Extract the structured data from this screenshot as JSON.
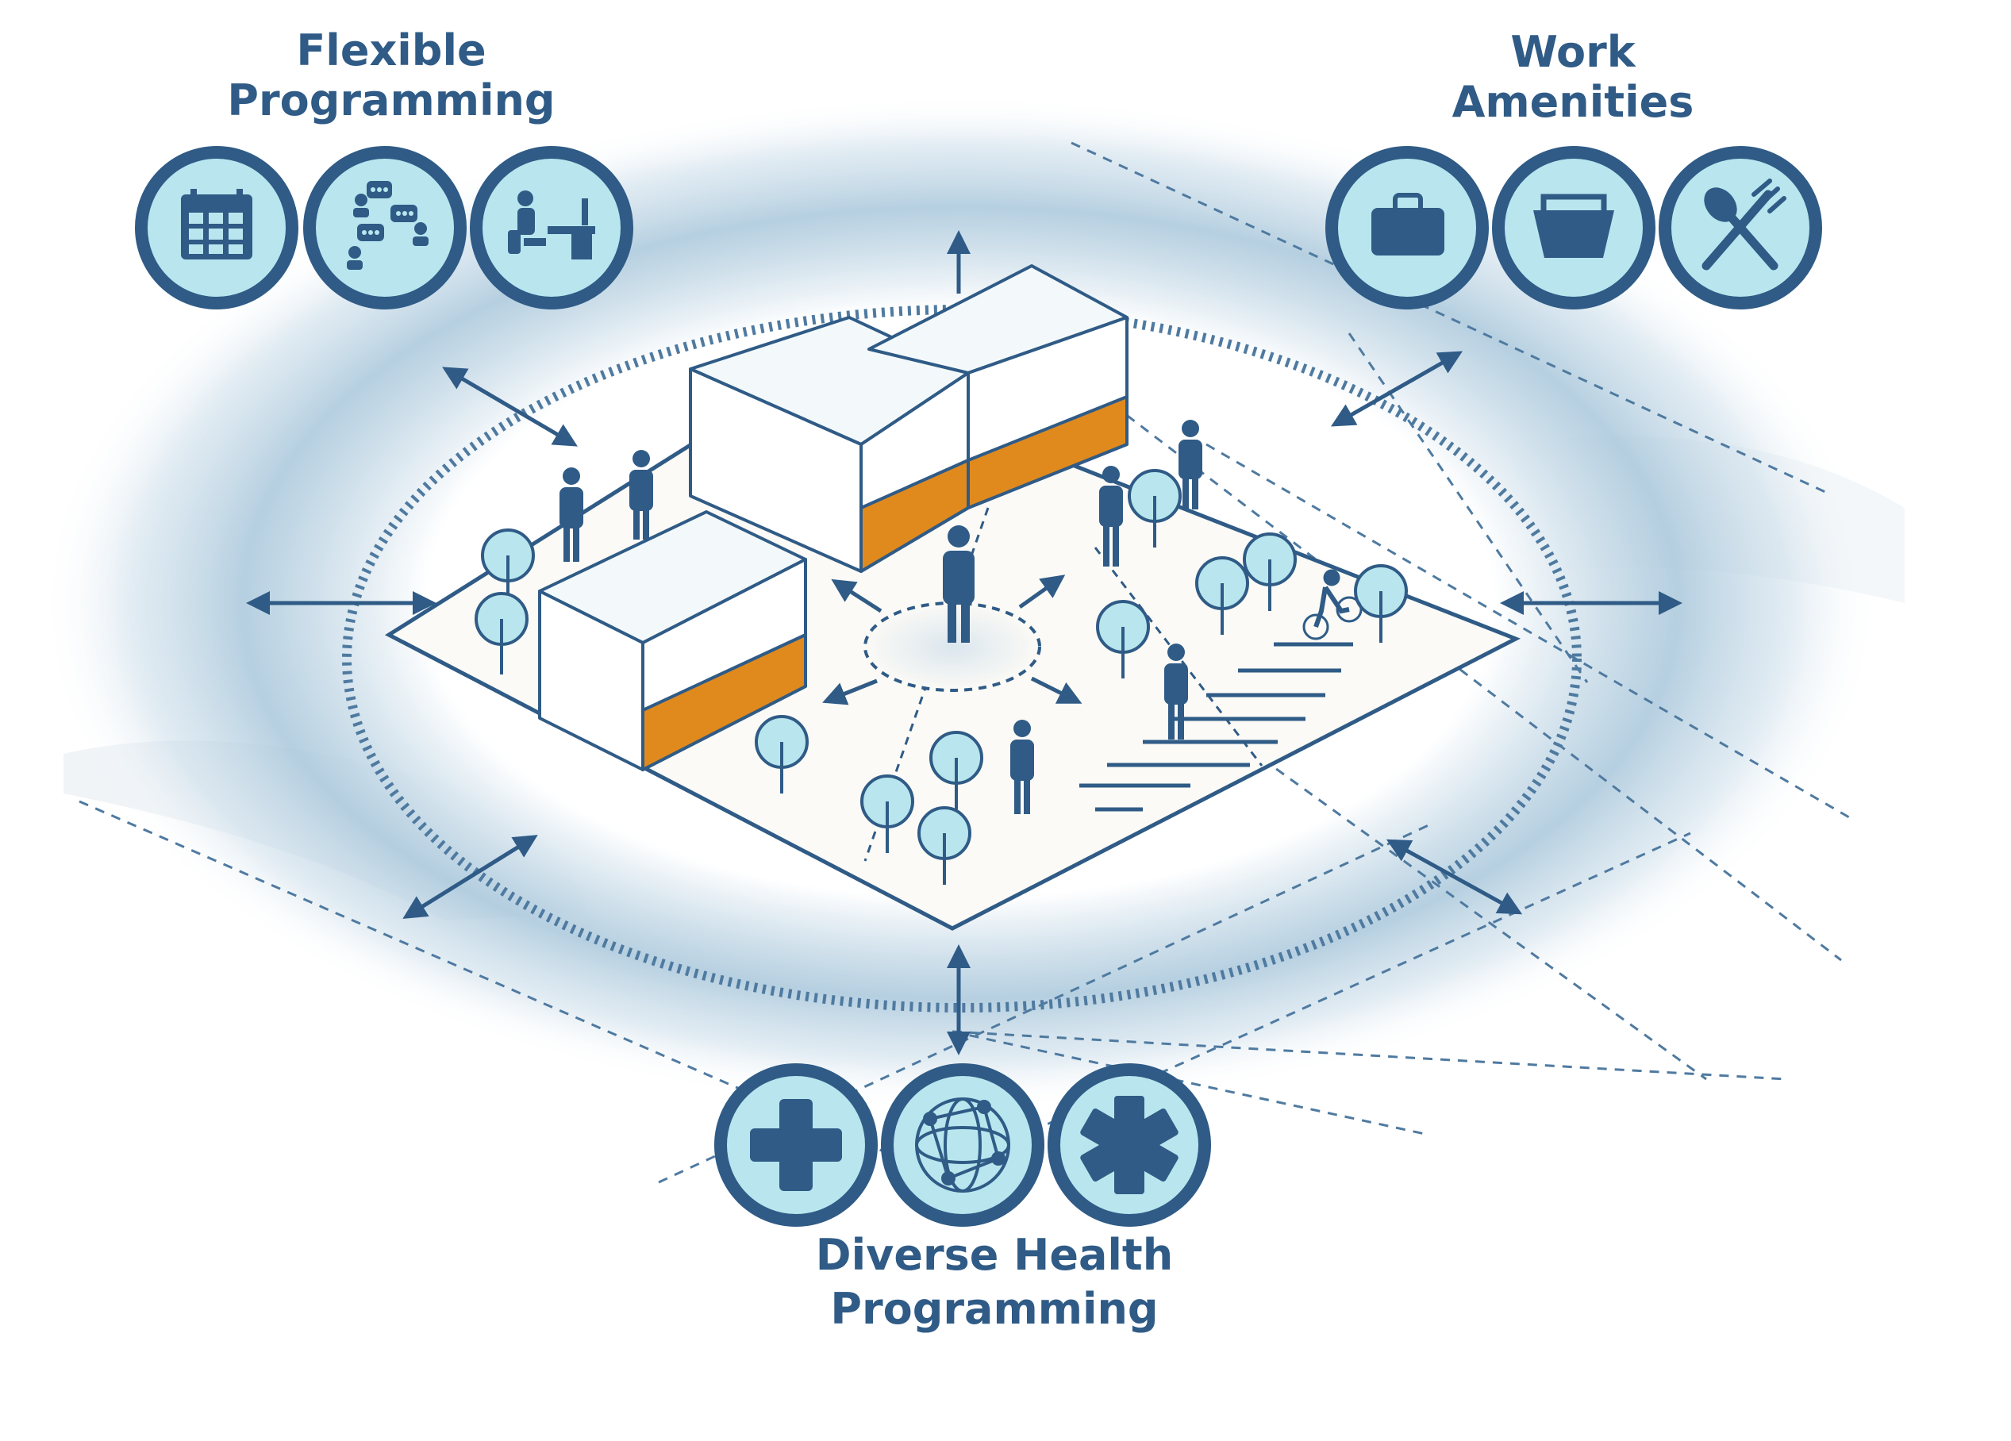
{
  "groups": {
    "flexible": {
      "title_line1": "Flexible",
      "title_line2": "Programming",
      "icons": [
        "calendar-icon",
        "conversation-icon",
        "desk-worker-icon"
      ]
    },
    "work": {
      "title_line1": "Work",
      "title_line2": "Amenities",
      "icons": [
        "briefcase-icon",
        "shopping-basket-icon",
        "fork-spoon-icon"
      ]
    },
    "health": {
      "title_line1": "Diverse Health",
      "title_line2": "Programming",
      "icons": [
        "medical-cross-icon",
        "network-globe-icon",
        "star-of-life-icon"
      ]
    }
  },
  "colors": {
    "navy": "#2f5b86",
    "icon_fill": "#b9e6ee",
    "accent_orange": "#e08a1e",
    "glow": "#9cbfd6",
    "ground": "#fbfaf6"
  }
}
